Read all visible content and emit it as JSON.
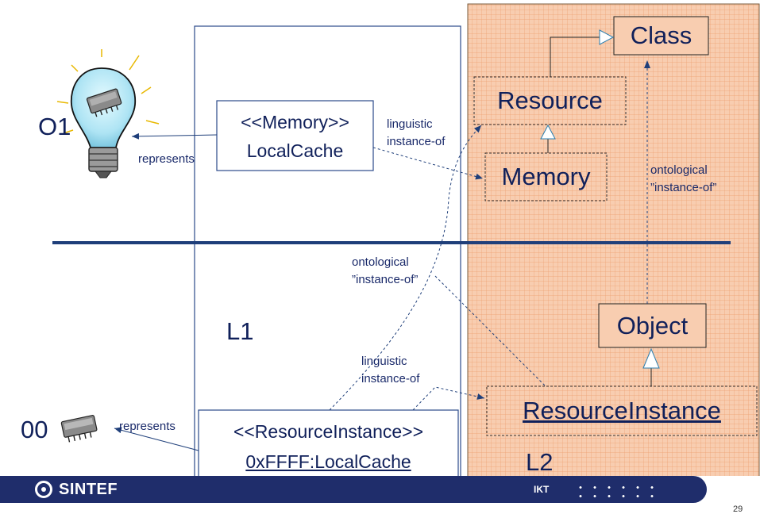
{
  "labels": {
    "o1": "O1",
    "o0": "00",
    "l1": "L1",
    "l2": "L2",
    "represents_top": "represents",
    "represents_bottom": "represents",
    "ling_top_1": "linguistic",
    "ling_top_2": "instance-of",
    "ling_bot_1": "linguistic",
    "ling_bot_2": "instance-of",
    "onto_mid_1": "ontological",
    "onto_mid_2": "”instance-of”",
    "onto_right_1": "ontological",
    "onto_right_2": "”instance-of”"
  },
  "boxes": {
    "class": "Class",
    "resource": "Resource",
    "memory": "Memory",
    "object": "Object",
    "resource_instance": "ResourceInstance",
    "memory_stereotype": "<<Memory>>",
    "memory_name": "LocalCache",
    "ri_stereotype": "<<ResourceInstance>>",
    "ri_name": "0xFFFF:LocalCache"
  },
  "footer": {
    "logo_text": "SINTEF",
    "unit": "IKT",
    "page_number": "29"
  },
  "colors": {
    "l2_panel": "#f7c9a8",
    "l2_grid": "#f0a878",
    "frame": "#2b4a8a",
    "footer": "#1f2d6b",
    "separator": "#1f3f7a"
  }
}
